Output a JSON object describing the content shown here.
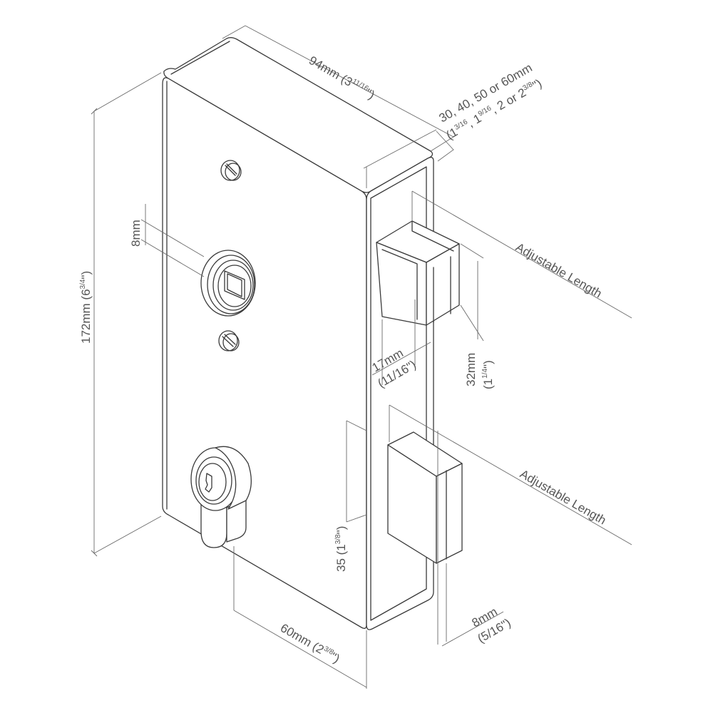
{
  "dimensions": {
    "width": {
      "main": "94mm (3",
      "frac": "11/16",
      "close": "\")"
    },
    "height": {
      "main": "172mm (6",
      "frac": "3/4",
      "close": "\")"
    },
    "depth_mm": "30, 40, 50 or 60mm",
    "depth_in": {
      "p1": "(1",
      "f1": "3/16",
      "p2": ", 1",
      "f2": "9/16",
      "p3": ", 2 or 2",
      "f3": "3/8",
      "p4": "\")"
    },
    "spindle": "8mm",
    "latch_offset": {
      "mm": "17mm",
      "in": "(11/16\")"
    },
    "latch_height": {
      "mm": "32mm",
      "in_open": "(1",
      "in_frac": "1/4",
      "in_close": "\")"
    },
    "adjustable_latch": "Adjustable Length",
    "adjustable_bolt": "Adjustable Length",
    "cylinder_offset": {
      "main": "35 (1",
      "frac": "3/8",
      "close": "\")"
    },
    "backset": {
      "main": "60mm (2",
      "frac": "3/8",
      "close": "\")"
    },
    "bolt_thickness": {
      "mm": "8mm",
      "in": "(5/16\")"
    }
  },
  "style": {
    "line_color": "#3a3a3a",
    "dimension_color": "#555555",
    "background": "#ffffff"
  }
}
